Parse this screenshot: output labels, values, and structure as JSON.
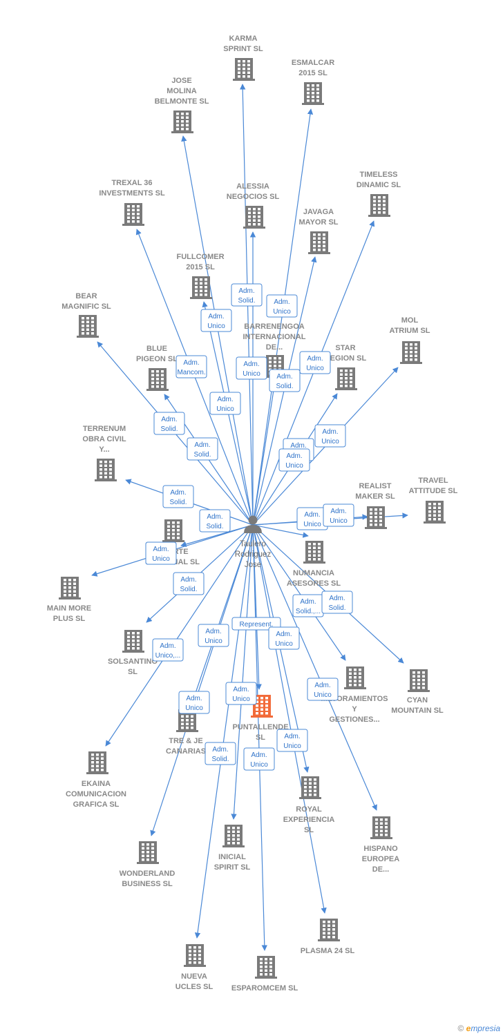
{
  "center": {
    "id": "person",
    "label_lines": [
      "Taulero",
      "Rodriguez",
      "Jose"
    ]
  },
  "companies": [
    {
      "id": "karma",
      "label_lines": [
        "KARMA",
        "SPRINT  SL"
      ]
    },
    {
      "id": "esmalcar",
      "label_lines": [
        "ESMALCAR",
        "2015  SL"
      ]
    },
    {
      "id": "jose_molina",
      "label_lines": [
        "JOSE",
        "MOLINA",
        "BELMONTE  SL"
      ]
    },
    {
      "id": "trexal",
      "label_lines": [
        "TREXAL 36",
        "INVESTMENTS SL"
      ]
    },
    {
      "id": "alessia",
      "label_lines": [
        "ALESSIA",
        "NEGOCIOS  SL"
      ]
    },
    {
      "id": "timeless",
      "label_lines": [
        "TIMELESS",
        "DINAMIC  SL"
      ]
    },
    {
      "id": "javaga",
      "label_lines": [
        "JAVAGA",
        "MAYOR  SL"
      ]
    },
    {
      "id": "fullcomer",
      "label_lines": [
        "FULLCOMER",
        "2015  SL"
      ]
    },
    {
      "id": "bear",
      "label_lines": [
        "BEAR",
        "MAGNIFIC  SL"
      ]
    },
    {
      "id": "barrenengoa",
      "label_lines": [
        "BARRENENGOA",
        "INTERNACIONAL",
        "DE..."
      ]
    },
    {
      "id": "mol",
      "label_lines": [
        "MOL",
        "ATRIUM  SL"
      ]
    },
    {
      "id": "blue",
      "label_lines": [
        "BLUE",
        "PIGEON  SL"
      ]
    },
    {
      "id": "star",
      "label_lines": [
        "STAR",
        "REGION  SL"
      ]
    },
    {
      "id": "terrenum",
      "label_lines": [
        "TERRENUM",
        "OBRA CIVIL",
        "Y..."
      ]
    },
    {
      "id": "realist",
      "label_lines": [
        "REALIST",
        "MAKER  SL"
      ]
    },
    {
      "id": "travel",
      "label_lines": [
        "TRAVEL",
        "ATTITUDE  SL"
      ]
    },
    {
      "id": "sporte",
      "label_lines": [
        "SPORTE",
        "PERSONAL  SL"
      ]
    },
    {
      "id": "numancia",
      "label_lines": [
        "NUMANCIA",
        "ASESORES  SL"
      ]
    },
    {
      "id": "mainmore",
      "label_lines": [
        "MAIN MORE",
        "PLUS  SL"
      ]
    },
    {
      "id": "solsantino",
      "label_lines": [
        "SOLSANTINO",
        "SL"
      ]
    },
    {
      "id": "mejoramientos",
      "label_lines": [
        "MEJORAMIENTOS",
        "Y",
        "GESTIONES..."
      ]
    },
    {
      "id": "cyan",
      "label_lines": [
        "CYAN",
        "MOUNTAIN  SL"
      ]
    },
    {
      "id": "puntallende",
      "label_lines": [
        "PUNTALLENDE",
        "SL"
      ],
      "focus": true
    },
    {
      "id": "treje",
      "label_lines": [
        "TRE & JE",
        "CANARIAS"
      ]
    },
    {
      "id": "ekaina",
      "label_lines": [
        "EKAINA",
        "COMUNICACION",
        "GRAFICA  SL"
      ]
    },
    {
      "id": "royal",
      "label_lines": [
        "ROYAL",
        "EXPERIENCIA",
        "SL"
      ]
    },
    {
      "id": "hispano",
      "label_lines": [
        "HISPANO",
        "EUROPEA",
        "DE..."
      ]
    },
    {
      "id": "inicial",
      "label_lines": [
        "INICIAL",
        "SPIRIT  SL"
      ]
    },
    {
      "id": "wonderland",
      "label_lines": [
        "WONDERLAND",
        "BUSINESS  SL"
      ]
    },
    {
      "id": "plasma",
      "label_lines": [
        "PLASMA 24 SL"
      ]
    },
    {
      "id": "nueva",
      "label_lines": [
        "NUEVA",
        "UCLES  SL"
      ]
    },
    {
      "id": "esparomcem",
      "label_lines": [
        "ESPAROMCEM SL"
      ]
    }
  ],
  "relations": [
    {
      "to": "karma",
      "role": [
        "Adm.",
        "Solid."
      ]
    },
    {
      "to": "esmalcar",
      "role": [
        "Adm.",
        "Unico"
      ]
    },
    {
      "to": "jose_molina",
      "role": [
        "Adm.",
        "Mancom."
      ]
    },
    {
      "to": "trexal",
      "role": [
        "Adm.",
        "Solid."
      ]
    },
    {
      "to": "alessia",
      "role": [
        "Adm.",
        "Unico"
      ]
    },
    {
      "to": "timeless",
      "role": [
        "Adm.",
        "Unico"
      ]
    },
    {
      "to": "javaga",
      "role": [
        "Adm.",
        "Solid."
      ]
    },
    {
      "to": "fullcomer",
      "role": [
        "Adm.",
        "Unico"
      ]
    },
    {
      "to": "bear",
      "role": [
        "Adm.",
        "Solid."
      ]
    },
    {
      "to": "barrenengoa",
      "role": [
        "Adm.",
        "Unico"
      ]
    },
    {
      "to": "mol",
      "role": [
        "Adm.",
        "Unico"
      ]
    },
    {
      "to": "blue",
      "role": [
        "Adm.",
        "Solid."
      ]
    },
    {
      "to": "star",
      "role": [
        "Adm.",
        "Solid."
      ]
    },
    {
      "to": "terrenum",
      "role": [
        "Adm.",
        "Solid."
      ]
    },
    {
      "to": "realist",
      "role": [
        "Adm.",
        "Unico"
      ]
    },
    {
      "to": "travel",
      "role": [
        "Adm.",
        "Unico"
      ]
    },
    {
      "to": "sporte",
      "role": [
        "Adm.",
        "Unico"
      ]
    },
    {
      "to": "numancia",
      "role": [
        "Adm.",
        "Unico"
      ]
    },
    {
      "to": "mainmore",
      "role": [
        "Adm.",
        "Unico"
      ]
    },
    {
      "to": "solsantino",
      "role": [
        "Adm.",
        "Solid."
      ]
    },
    {
      "to": "mejoramientos",
      "role": [
        "Adm.",
        "Solid.,..."
      ]
    },
    {
      "to": "cyan",
      "role": [
        "Adm.",
        "Solid."
      ]
    },
    {
      "to": "puntallende",
      "role": [
        "Represent."
      ]
    },
    {
      "to": "treje",
      "role": [
        "Adm.",
        "Unico"
      ]
    },
    {
      "to": "ekaina",
      "role": [
        "Adm.",
        "Unico,..."
      ]
    },
    {
      "to": "royal",
      "role": [
        "Adm.",
        "Unico"
      ]
    },
    {
      "to": "hispano",
      "role": [
        "Adm.",
        "Unico"
      ]
    },
    {
      "to": "inicial",
      "role": [
        "Adm.",
        "Unico"
      ]
    },
    {
      "to": "wonderland",
      "role": [
        "Adm.",
        "Unico"
      ]
    },
    {
      "to": "plasma",
      "role": [
        "Adm.",
        "Unico"
      ]
    },
    {
      "to": "nueva",
      "role": [
        "Adm.",
        "Solid."
      ]
    },
    {
      "to": "esparomcem",
      "role": [
        "Adm.",
        "Unico"
      ]
    }
  ],
  "colors": {
    "edge": "#4a88d6",
    "building": "#7a7a7a",
    "building_focus": "#f26b3a",
    "person": "#7a7a7a"
  },
  "watermark": {
    "symbol": "©",
    "brand": "mpresia",
    "brand_initial": "e"
  }
}
